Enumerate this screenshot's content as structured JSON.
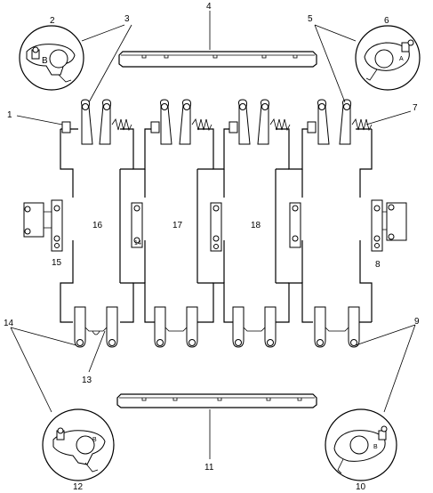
{
  "labels": {
    "n1": "1",
    "n2": "2",
    "n3": "3",
    "n4": "4",
    "n5": "5",
    "n6": "6",
    "n7": "7",
    "n8": "8",
    "n9": "9",
    "n10": "10",
    "n11": "11",
    "n12": "12",
    "n13": "13",
    "n14": "14",
    "n15": "15",
    "n16": "16",
    "n17": "17",
    "n18": "18"
  },
  "detail_marks": {
    "d2": "B",
    "d6": "A",
    "d10": "B",
    "d12": "B"
  }
}
